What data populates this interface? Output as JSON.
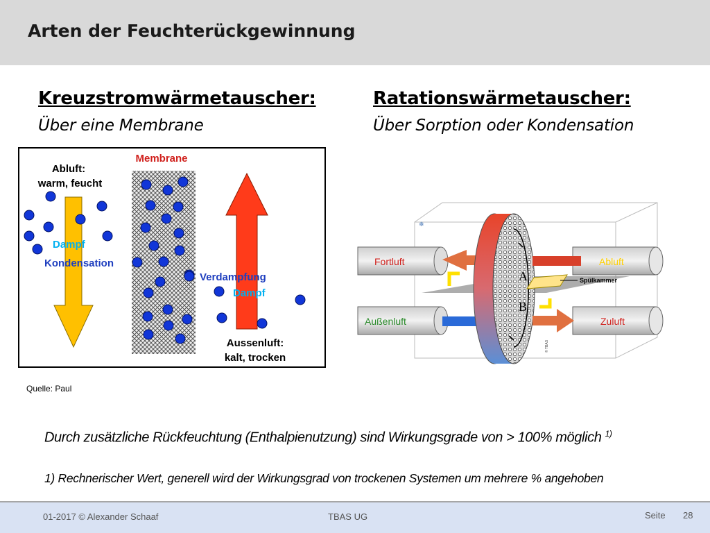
{
  "title": "Arten der Feuchterückgewinnung",
  "left": {
    "heading": "Kreuzstromwärmetauscher:",
    "subheading": "Über eine Membrane",
    "figure": {
      "membrane_label": "Membrane",
      "abluft_line1": "Abluft:",
      "abluft_line2": "warm, feucht",
      "dampf_left": "Dampf",
      "kondensation": "Kondensation",
      "verdampfung": "Verdampfung",
      "dampf_right": "Dampf",
      "aussenluft_line1": "Aussenluft:",
      "aussenluft_line2": "kalt, trocken",
      "colors": {
        "membrane_red": "#d0201c",
        "dampf_cyan": "#00b0f0",
        "text_blue": "#1f3fbf",
        "arrow_yellow": "#ffc000",
        "arrow_red": "#ff3b1a",
        "dot_blue": "#1136d8"
      }
    }
  },
  "right": {
    "heading": "Ratationswärmetauscher:",
    "subheading": "Über Sorption oder Kondensation",
    "figure": {
      "fortluft": "Fortluft",
      "abluft": "Abluft",
      "aussenluft": "Außenluft",
      "zuluft": "Zuluft",
      "spuelkammer": "Spülkammer",
      "label_a": "A",
      "label_b": "B",
      "copyright": "© TBAS"
    }
  },
  "quelle": "Quelle: Paul",
  "note_main": "Durch zusätzliche Rückfeuchtung (Enthalpienutzung) sind Wirkungsgrade von > 100% möglich",
  "note_main_sup": "1)",
  "note_footnote": "1) Rechnerischer Wert, generell wird der Wirkungsgrad von trockenen Systemen um mehrere % angehoben",
  "footer": {
    "left": "01-2017 © Alexander Schaaf",
    "center": "TBAS UG",
    "seite_label": "Seite",
    "page_number": "28"
  }
}
